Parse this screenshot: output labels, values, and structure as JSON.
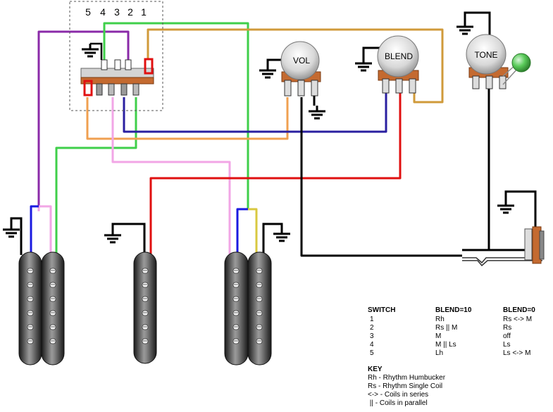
{
  "switch_numbers": [
    "5",
    "4",
    "3",
    "2",
    "1"
  ],
  "pots": {
    "vol": "VOL",
    "blend": "BLEND",
    "tone": "TONE"
  },
  "table": {
    "headers": [
      "SWITCH",
      "BLEND=10",
      "BLEND=0"
    ],
    "rows": [
      [
        "1",
        "Rh",
        "Rs <-> M"
      ],
      [
        "2",
        "Rs || M",
        "Rs"
      ],
      [
        "3",
        "M",
        "off"
      ],
      [
        "4",
        "M || Ls",
        "Ls"
      ],
      [
        "5",
        "Lh",
        "Ls <-> M"
      ]
    ]
  },
  "key": {
    "title": "KEY",
    "lines": [
      "Rh - Rhythm Humbucker",
      "Rs - Rhythm Single Coil",
      "<-> - Coils in series",
      " || - Coils in parallel"
    ]
  },
  "colors": {
    "purple": "#8a2aa8",
    "green": "#3fcf4a",
    "orange": "#f0a050",
    "tan": "#d09a3a",
    "navy": "#2a1fa0",
    "pink": "#f2a6e6",
    "red": "#e01010",
    "blue": "#1a1ae0",
    "yellow": "#d8c840",
    "black": "#000000",
    "knob_green": "#5acb5a"
  },
  "icons": [
    "ground-icon",
    "pickup-icon",
    "potentiometer-icon",
    "output-jack-icon",
    "capacitor-icon"
  ]
}
